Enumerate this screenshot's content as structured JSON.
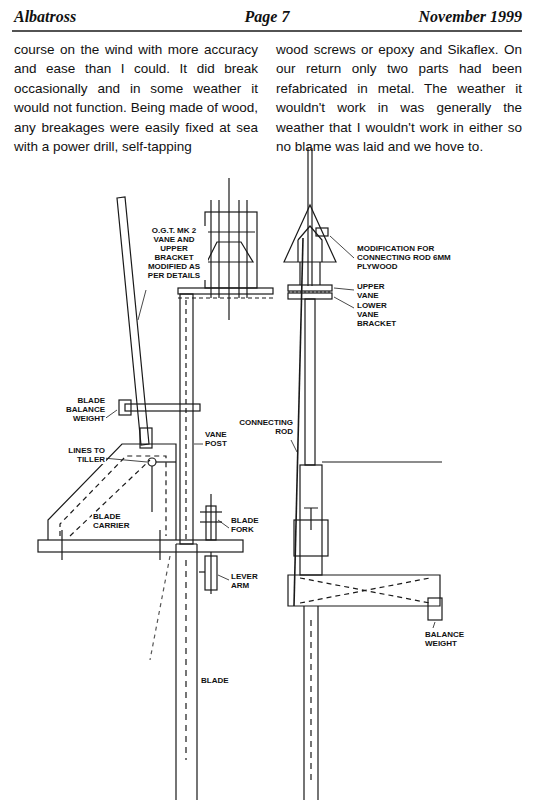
{
  "diagram": {
    "labels": [
      "Albatross",
      "Page 7",
      "November 1999",
      "course on the wind with more accuracy and ease than I could. It did break occasionally and in some weather it would not function. Being made of wood, any breakages were easily fixed at sea with a power drill, self-tapping",
      "wood screws or epoxy and Sikaflex. On our return only two parts had been refabricated in metal. The weather it wouldn't work in was generally the weather that I wouldn't work in either so no blame was laid and we hove to.",
      "O.G.T. MK 2 VANE AND UPPER BRACKET MODIFIED AS PER DETAILS",
      "BLADE BALANCE WEIGHT",
      "LINES TO TILLER",
      "VANE POST",
      "BLADE FORK",
      "BLADE CARRIER",
      "LEVER ARM",
      "BLADE",
      "MODIFICATION FOR CONNECTING ROD 6MM PLYWOOD",
      "UPPER VANE BRACKET",
      "LOWER VANE BRACKET",
      "CONNECTING ROD",
      "BALANCE WEIGHT"
    ]
  }
}
